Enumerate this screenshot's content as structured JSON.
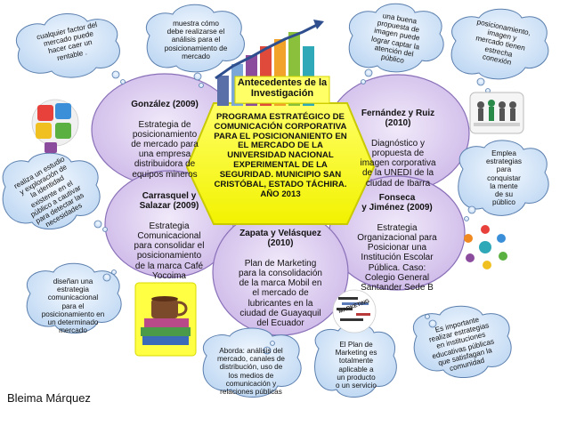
{
  "title": "Antecedentes de la Investigación",
  "center": "PROGRAMA ESTRATÉGICO DE COMUNICACIÓN CORPORATIVA PARA EL POSICIONANIENTO EN EL MERCADO DE LA UNIVERSIDAD NACIONAL EXPERIMENTAL DE LA SEGURIDAD. MUNICIPIO SAN CRISTÓBAL, ESTADO TÁCHIRA. AÑO 2013",
  "ovals": [
    {
      "head": "González (2009)",
      "body": "Estrategia de\nposicionamiento\nde mercado para\nuna empresa\ndistribuidora de\nequipos mineros"
    },
    {
      "head": "Fernández y Ruiz\n(2010)",
      "body": "Diagnóstico y\npropuesta de\nimagen corporativa\nde la UNEDI de la\nciudad de Ibarra"
    },
    {
      "head": "Carrasquel y\nSalazar (2009)",
      "body": "Estrategia\nComunicacional\npara consolidar el\nposicionamiento\nde la marca Café\nYocoima"
    },
    {
      "head": "Fonseca\ny Jiménez (2009)",
      "body": "Estrategia\nOrganizacional para\nPosicionar una\nInstitución Escolar\nPública. Caso:\nColegio General\nSantander Sede B"
    },
    {
      "head": "Zapata y Velásquez\n(2010)",
      "body": "Plan de Marketing\npara la consolidación\nde la marca Mobil en\nel mercado de\nlubricantes en la\nciudad de Guayaquil\ndel Ecuador"
    }
  ],
  "clouds": [
    "cualquier factor del\nmercado puede\nhacer caer un\nrentable .",
    "muestra cómo\ndebe realizarse el\nanálisis para el\nposicionamiento de\nmercado",
    "una buena\npropuesta de\nimagen puede\nlograr captar la\natención del\npúblico",
    "posicionamiento,\nimagen y\nmercado tienen\nestrecha\nconexión",
    "realiza un estudio\ny exploración de\nla identidad\nexistente en el\npúblico a cautivar\npara detectar las\nnecesidades",
    "Emplea\nestrategias\npara\nconquistar\nla mente\nde su\npúblico",
    "diseñan una\nestrategia\ncomunicacional\npara el\nposicionamiento en\nun determinado\nmercado",
    "Aborda: análisis del\nmercado, canales de\ndistribución, uso de\nlos medios de\ncomunicación y\nrelaciones públicas",
    "El Plan de\nMarketing es\ntotalmente\naplicable a\nun producto\no un servicio",
    "Es importante\nrealizar estrategias\nen instituciones\neducativas públicas\nque satisfagan la\ncomunidad"
  ],
  "book_label": "MARKETING",
  "author": "Bleima Márquez",
  "colors": {
    "oval_fill": "#d7c6ec",
    "oval_stroke": "#8a70b8",
    "cloud_fill": "#cfe3f7",
    "cloud_stroke": "#5b7fae",
    "center_fill": "#ffff33",
    "center_stroke": "#c9c900",
    "title_fill": "#ffff66"
  }
}
